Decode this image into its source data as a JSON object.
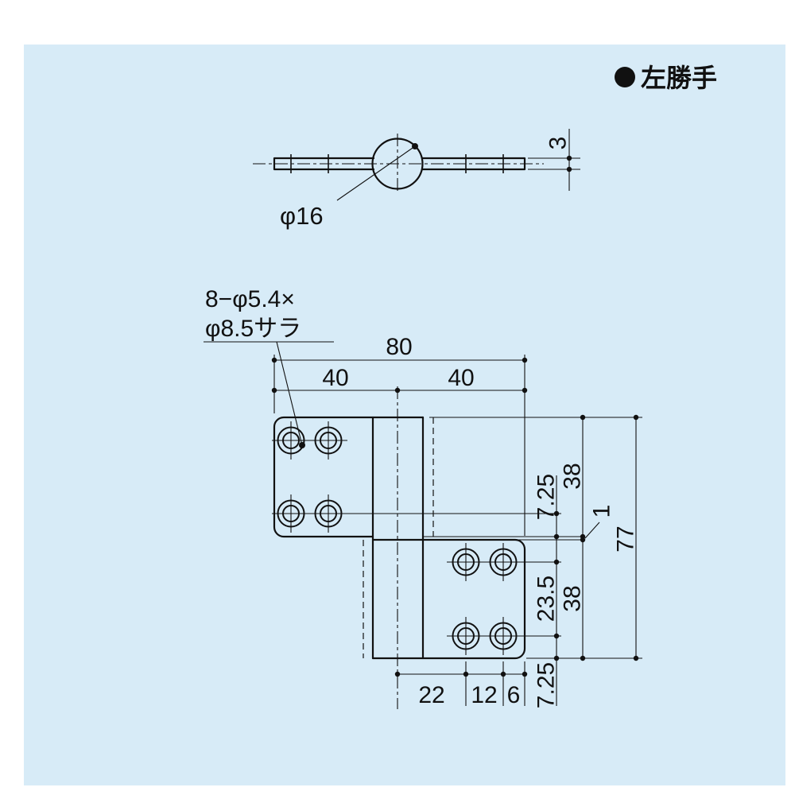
{
  "colors": {
    "panel": "#d7ebf7",
    "ink": "#111111"
  },
  "header": {
    "handedness_label": "左勝手"
  },
  "top_view": {
    "thickness_dim": "3",
    "knuckle_diameter_label": "φ16"
  },
  "front_view": {
    "countersink_note_line1": "8−φ5.4×",
    "countersink_note_line2": "φ8.5サラ",
    "dims": {
      "total_width": "80",
      "left_half_width": "40",
      "right_half_width": "40",
      "upper_hole_edge_offset": "7.25",
      "upper_leaf_height": "38",
      "leaf_gap": "1",
      "total_height": "77",
      "lower_hole_pitch": "23.5",
      "lower_leaf_height": "38",
      "lower_hole_edge_offset": "7.25",
      "hole_offset_22": "22",
      "hole_pitch_12": "12",
      "edge_offset_6": "6"
    }
  }
}
